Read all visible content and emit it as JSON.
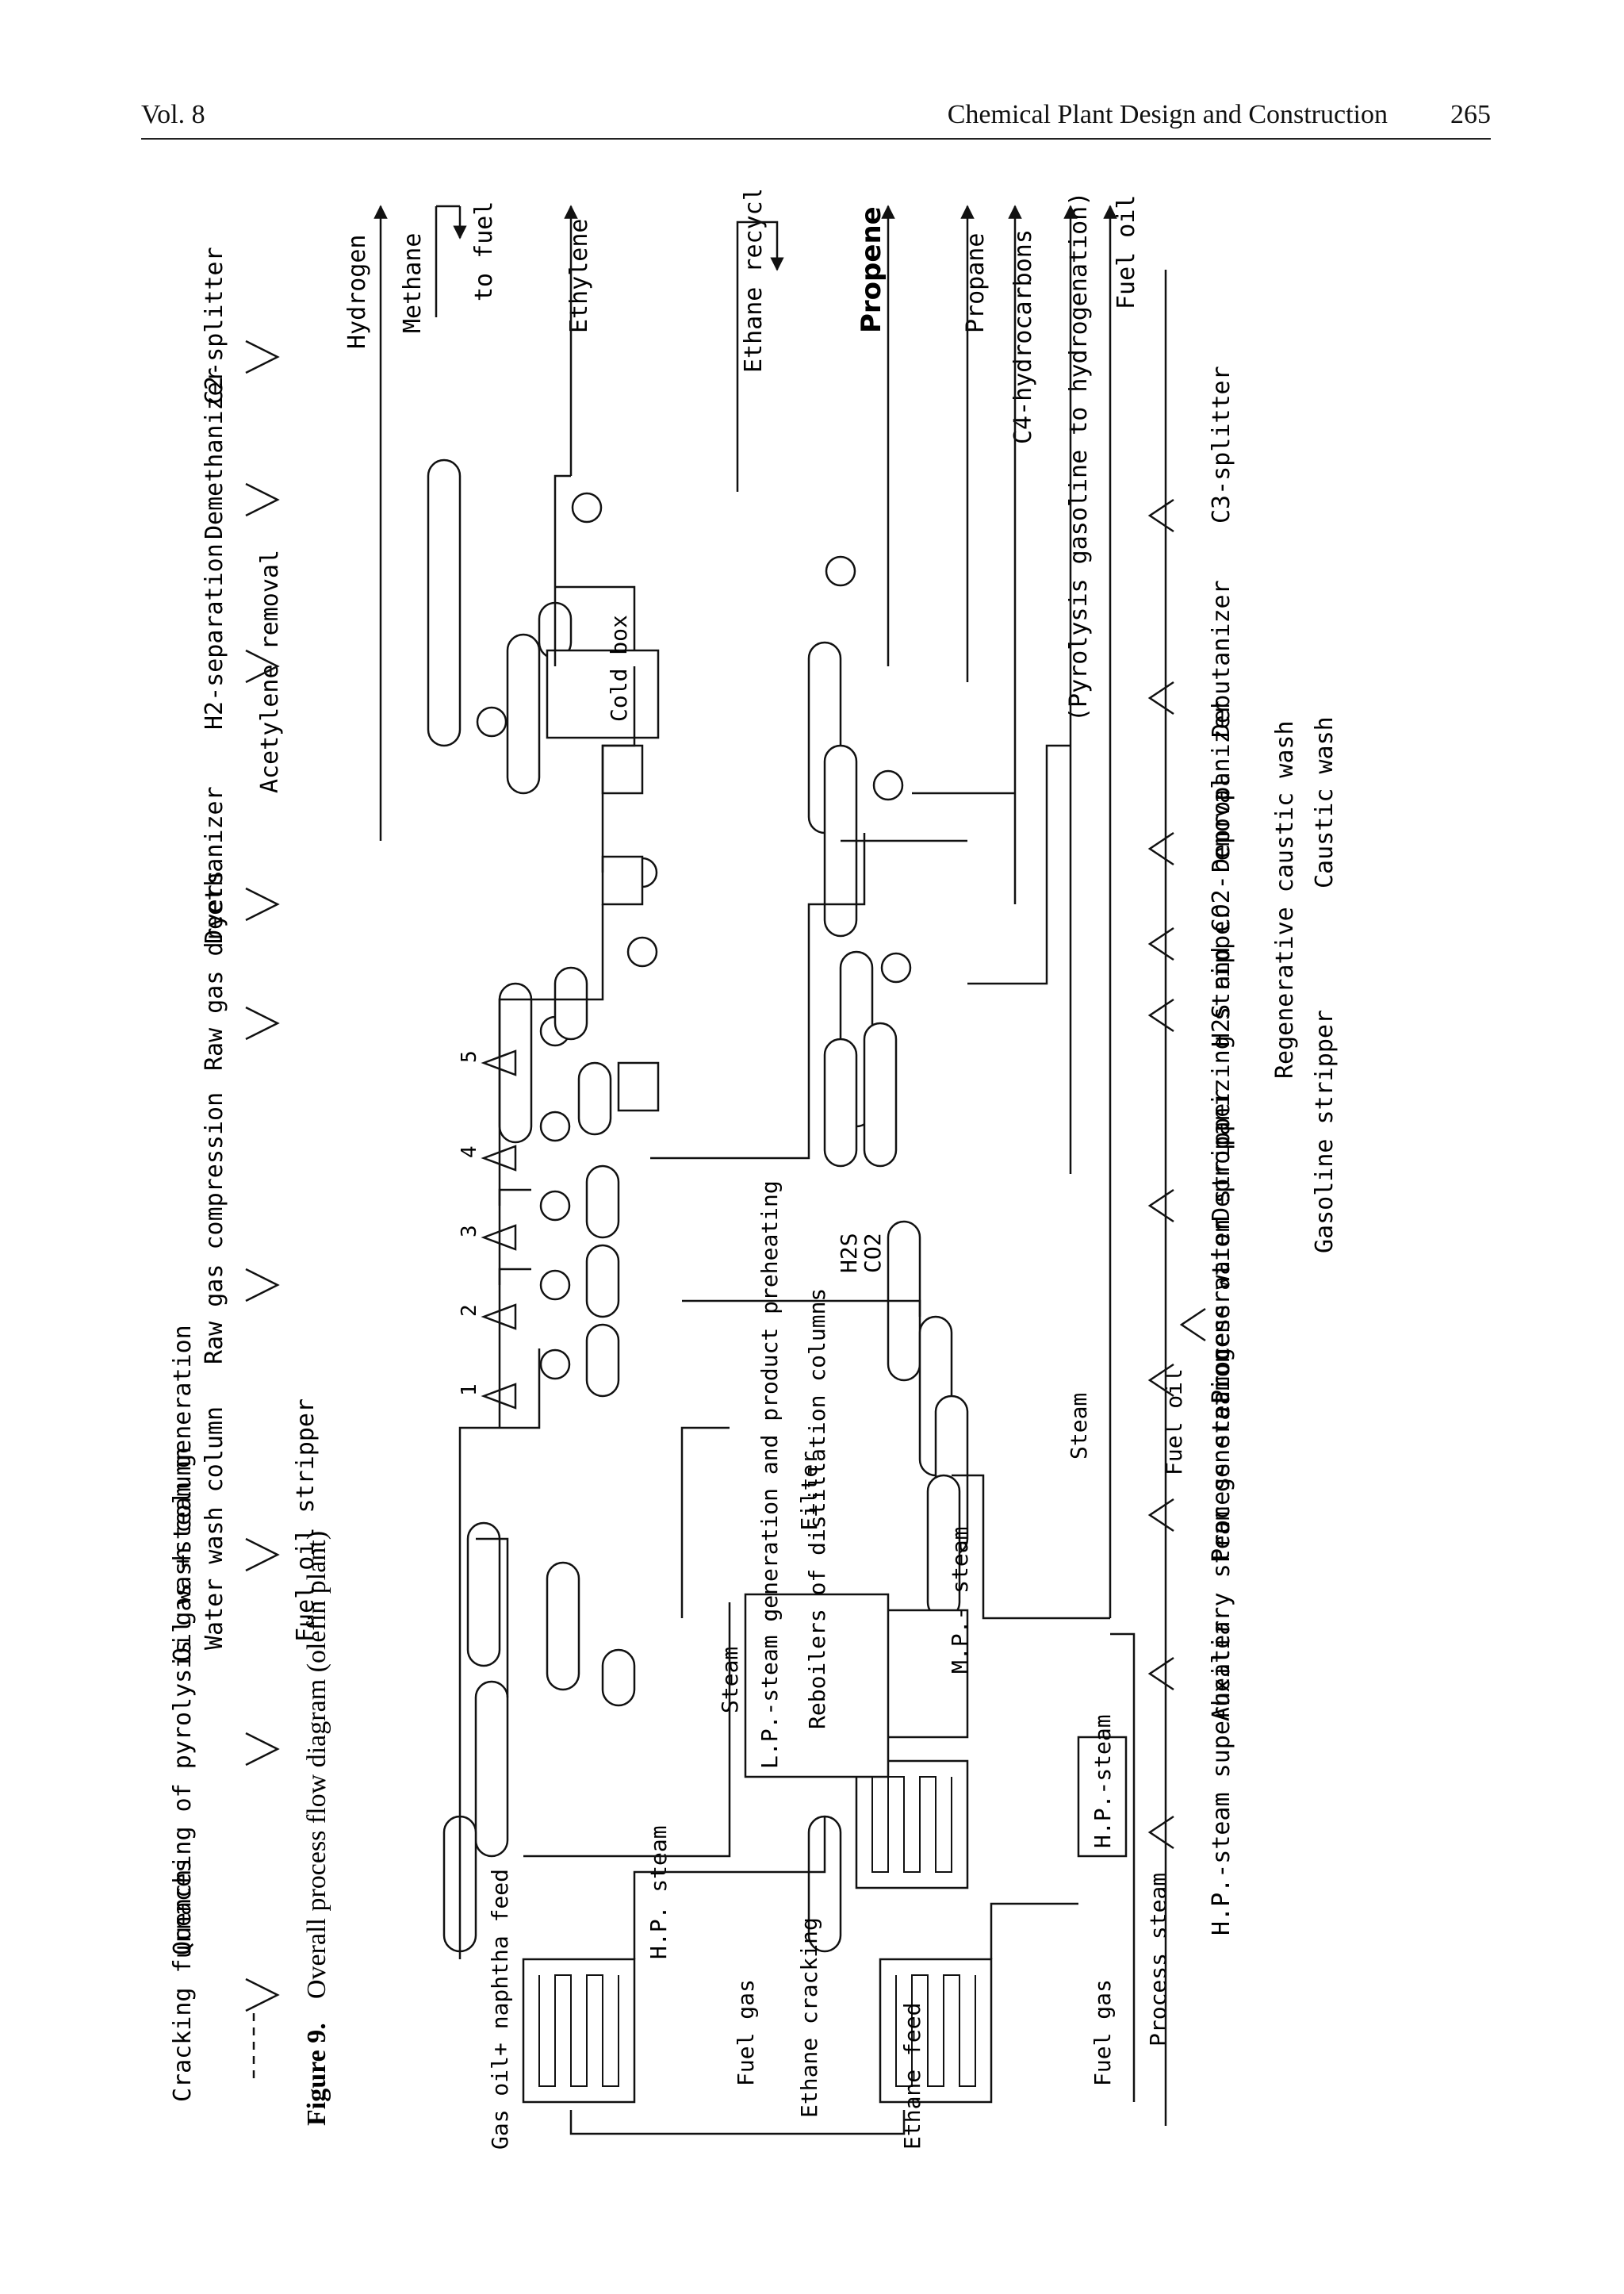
{
  "header": {
    "volume": "Vol. 8",
    "journal": "Chemical Plant Design and Construction",
    "page_number": "265"
  },
  "figure": {
    "caption_label": "Figure 9.",
    "caption_text": "Overall process flow diagram (olefin plant)",
    "top_sections": [
      "Cracking furnaces",
      "Quenching of pyrolysis gas +steam generation",
      "Oil wash column",
      "Water wash column",
      "Raw gas compression",
      "Raw gas dryers",
      "Deethanizer",
      "H2-separation",
      "Demethanizer",
      "C2-splitter"
    ],
    "fuel_oil_stripper": "Fuel oil stripper",
    "acetylene_removal": "Acetylene removal",
    "bottom_sections": [
      "H.P.-steam superheater",
      "Auxiliary steam generation",
      "Process steam generation",
      "Process water stripper",
      "Gasoline stripper",
      "Depropanizing stripper",
      "H2S and CO2-removal",
      "Regenerative caustic wash",
      "Caustic wash",
      "Depropanizer",
      "Debutanizer",
      "C3-splitter"
    ],
    "products": {
      "hydrogen": "Hydrogen",
      "methane": "Methane",
      "to_fuel_gas": "to fuel gas",
      "ethylene": "Ethylene",
      "ethane_recycle": "Ethane recycle",
      "propene": "Propene",
      "propane": "Propane",
      "c4": "C4-hydrocarbons",
      "pyrolysis_gasoline": "(Pyrolysis gasoline to hydrogenation)",
      "fuel_oil": "Fuel oil"
    },
    "labels": {
      "gas_oil_feed": "Gas oil+ naphtha feed",
      "ethane_feed": "Ethane feed",
      "fuel_gas_1": "Fuel gas",
      "fuel_gas_2": "Fuel gas",
      "hp_steam_1": "H.P. steam",
      "ethane_cracking": "Ethane cracking",
      "process_steam": "Process steam",
      "hp_steam_box": "H.P.-steam",
      "lp_steam_box": "L.P.-steam generation and product preheating",
      "steam_1": "Steam",
      "reboilers": "Reboilers of distillation columns",
      "filter": "Filter",
      "mp_steam": "M.P.- steam",
      "steam_2": "Steam",
      "fuel_oil_mid": "Fuel oil",
      "h2s": "H2S",
      "co2": "CO2",
      "cold_box": "Cold box",
      "stage_numbers": [
        "1",
        "2",
        "3",
        "4",
        "5"
      ]
    }
  }
}
